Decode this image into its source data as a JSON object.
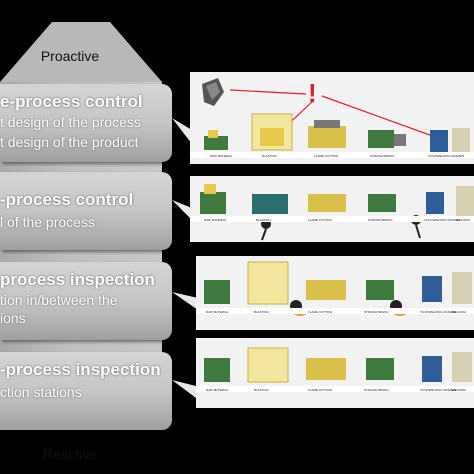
{
  "arrow": {
    "top_label": "Proactive",
    "bottom_label": "Reactive"
  },
  "levels": [
    {
      "title": "e-process control",
      "lines": [
        "t design of the process",
        "t design of the product"
      ],
      "stations": [
        "RAW MATERIAL",
        "BLASTING",
        "FLAME CUTTING",
        "STRAIGHTENING",
        "TACK/WELDING FRAMES"
      ],
      "alert_symbol": "!"
    },
    {
      "title": "-process control",
      "lines": [
        "l of the process"
      ],
      "stations": [
        "RAW MATERIAL",
        "BLASTING",
        "FLAME CUTTING",
        "STRAIGHTENING",
        "TACK/WELDING FRAMES",
        "WELDING"
      ]
    },
    {
      "title": "process inspection",
      "lines": [
        "tion in/between the",
        "ions"
      ],
      "stations": [
        "RAW MATERIAL",
        "BLASTING",
        "FLAME CUTTING",
        "STRAIGHTENING",
        "TACK/WELDING FRAMES",
        "WELDING"
      ]
    },
    {
      "title": "-process inspection",
      "lines": [
        "ction stations"
      ],
      "stations": [
        "RAW MATERIAL",
        "BLASTING",
        "FLAME CUTTING",
        "STRAIGHTENING",
        "TACK/WELDING FRAMES",
        "WELDING"
      ]
    }
  ],
  "colors": {
    "machine_blue": "#2f5d9a",
    "machine_green": "#3f7a3f",
    "machine_yellow": "#e7c948",
    "alert_red": "#e02020",
    "arrow_gray": "#bfbfbf"
  }
}
